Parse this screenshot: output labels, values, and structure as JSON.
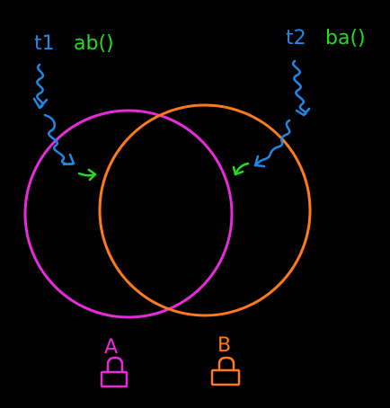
{
  "threads": [
    {
      "id": "t1",
      "label": "t1",
      "method": "ab()"
    },
    {
      "id": "t2",
      "label": "t2",
      "method": "ba()"
    }
  ],
  "locks": [
    {
      "id": "A",
      "label": "A"
    },
    {
      "id": "B",
      "label": "B"
    }
  ],
  "colors": {
    "background": "#000000",
    "thread": "#1e88e5",
    "method": "#22dd22",
    "lock_a": "#e82ad9",
    "lock_b": "#ff7a1a"
  },
  "icons": {
    "thread_arrow": "squiggly-arrow-icon",
    "entry_arrow": "curved-arrow-icon",
    "lock": "padlock-icon"
  }
}
